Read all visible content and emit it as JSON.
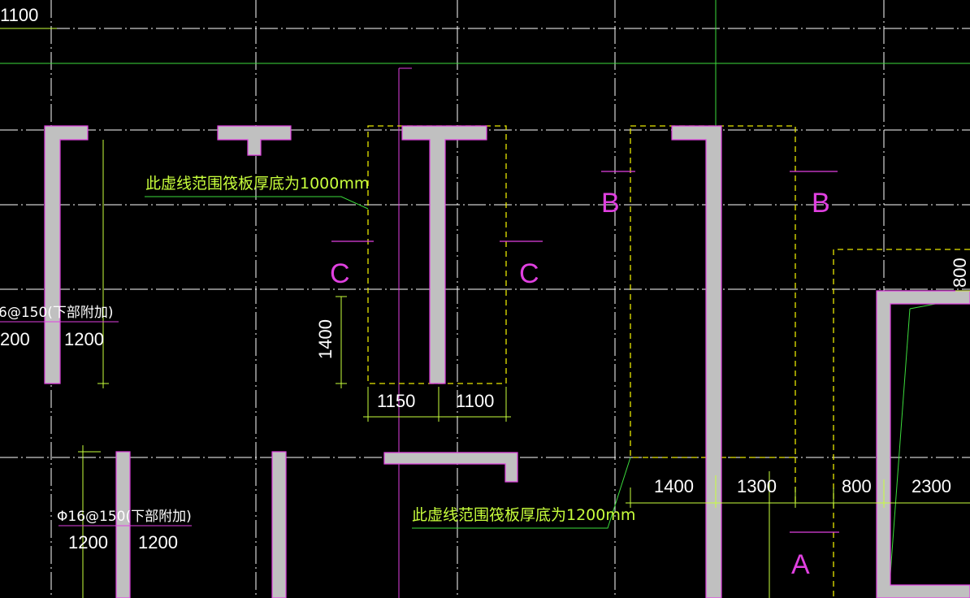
{
  "drawing": {
    "colors": {
      "background": "#000000",
      "wall_fill": "#c0c0c0",
      "wall_outline": "#e040e0",
      "axis_line": "#ffffff",
      "raft_boundary": "#e8e800",
      "dimension": "#c8ff3c",
      "section_mark": "#e040e0",
      "leader": "#3cdc3c"
    },
    "notes": [
      {
        "text": "此虚线范围筏板厚底为1000mm"
      },
      {
        "text": "此虚线范围筏板厚底为1200mm"
      }
    ],
    "rebar_notes": [
      {
        "text": "6@150(下部附加)"
      },
      {
        "text": "Φ16@150(下部附加)"
      }
    ],
    "section_marks": [
      "B",
      "B",
      "C",
      "C",
      "A"
    ],
    "dimensions": {
      "top_left": "1100",
      "left_1": "200",
      "left_2": "1200",
      "vertical_1400": "1400",
      "pair_1150": "1150",
      "pair_1100": "1100",
      "bottom_1200a": "1200",
      "bottom_1200b": "1200",
      "row_1400": "1400",
      "row_1300": "1300",
      "row_800": "800",
      "row_2300": "2300",
      "vertical_800": "800"
    }
  }
}
